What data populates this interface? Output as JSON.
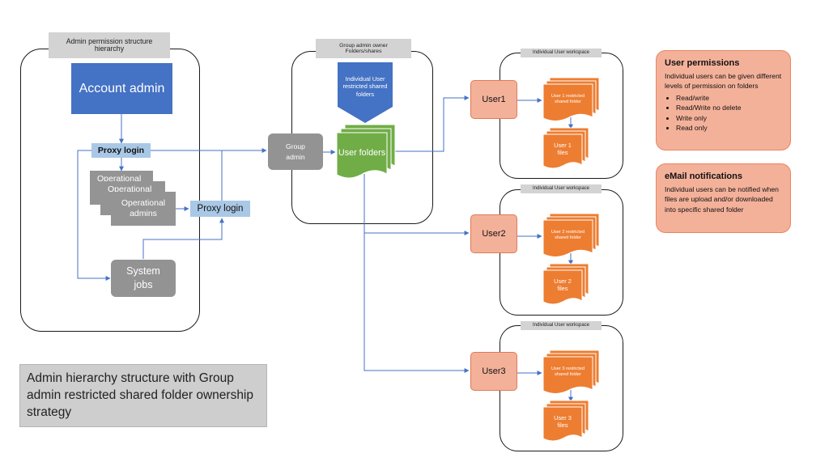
{
  "hierarchy": {
    "label": "Admin permission structure hierarchy",
    "account_admin": "Account admin",
    "proxy_login_1": "Proxy login",
    "proxy_login_2": "Proxy login",
    "operational_admins_back": "Operational",
    "operational_admins_mid": "Operational",
    "operational_admins": "Operational admins",
    "system_jobs": "System jobs"
  },
  "group": {
    "label": "Group admin owner Folders/shares",
    "group_admin": "Group admin",
    "restricted_folders": "Individual User restricted shared folders",
    "user_folders": "User folders"
  },
  "workspaces": [
    {
      "label": "Individual User workspace",
      "user": "User1",
      "restricted": "User 1 restricted shared folder",
      "files": "User 1 files"
    },
    {
      "label": "Individual User workspace",
      "user": "User2",
      "restricted": "User 2 restricted shared folder",
      "files": "User 2 files"
    },
    {
      "label": "Individual User workspace",
      "user": "User3",
      "restricted": "User 3 restricted shared folder",
      "files": "User 3 files"
    }
  ],
  "permissions": {
    "title": "User permissions",
    "text": "Individual users can be given different levels of permission on folders",
    "items": [
      "Read/write",
      "Read/Write no delete",
      "Write only",
      "Read only"
    ]
  },
  "notifications": {
    "title": "eMail notifications",
    "text": "Individual users can be notified when files are upload and/or downloaded into specific shared folder"
  },
  "caption": "Admin hierarchy structure with Group admin restricted shared folder ownership strategy",
  "colors": {
    "account_admin": "#4472c4",
    "proxy": "#a9c8e6",
    "gray_node": "#939393",
    "user_folder_green": "#70ad47",
    "user_node": "#f4b19a",
    "orange_doc": "#ed7d31",
    "connector": "#4472c4"
  }
}
